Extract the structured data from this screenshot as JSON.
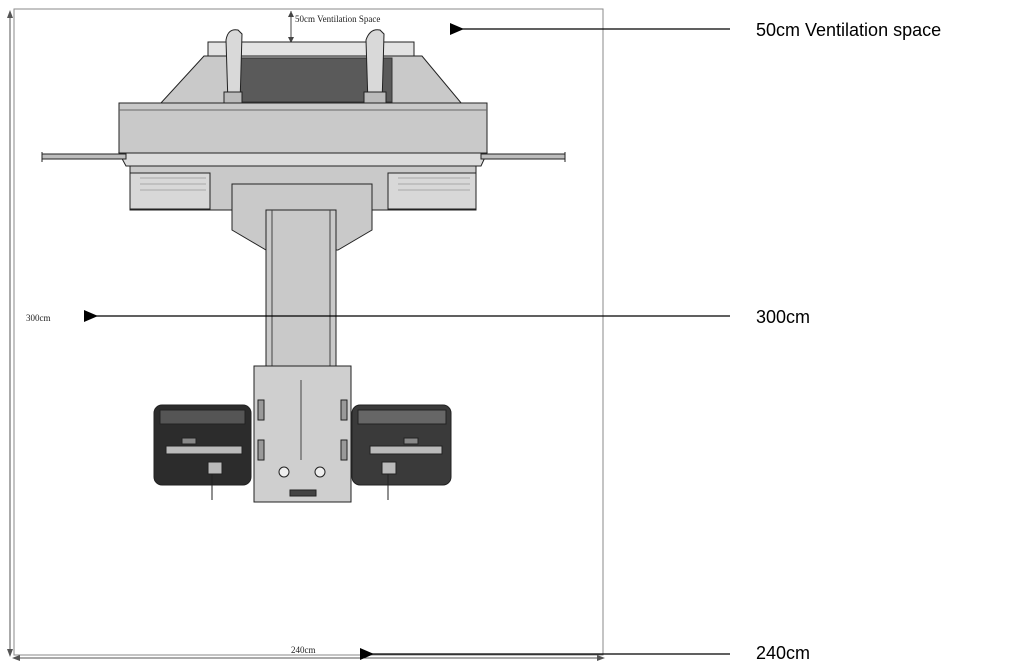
{
  "room_labels": {
    "ventilation": "50cm Ventilation Space",
    "height": "300cm",
    "width": "240cm"
  },
  "callouts": {
    "ventilation": "50cm Ventilation space",
    "height": "300cm",
    "width": "240cm"
  },
  "colors": {
    "outline": "#222222",
    "frame": "#8a8a8a",
    "body_gray": "#c9c9c9",
    "dark_gray": "#5a5a5a",
    "charcoal": "#2c2c2c",
    "light_gray": "#e3e3e3"
  }
}
